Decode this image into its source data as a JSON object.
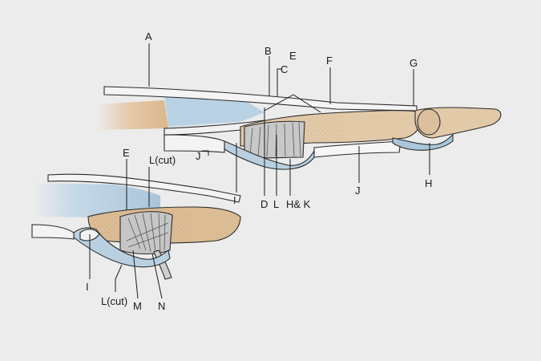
{
  "labels": {
    "A": "A",
    "B": "B",
    "C": "C",
    "E_main": "E",
    "F": "F",
    "G": "G",
    "J_left": "J",
    "I_main": "I",
    "D": "D",
    "L_main": "L",
    "HK": "H& K",
    "J_mid": "J",
    "H": "H",
    "E_inset": "E",
    "L_cut_top": "L(cut)",
    "I_inset": "I",
    "L_cut_bottom": "L(cut)",
    "M": "M",
    "N": "N"
  },
  "colors": {
    "background": "#ececec",
    "bone": "#e2c9a8",
    "sheath": "#b8d0e0",
    "sheath_dark": "#8fb2c8",
    "tendon": "#f4f4f4",
    "ligament": "#c9c9c9",
    "skin_tan": "#d8b892"
  }
}
